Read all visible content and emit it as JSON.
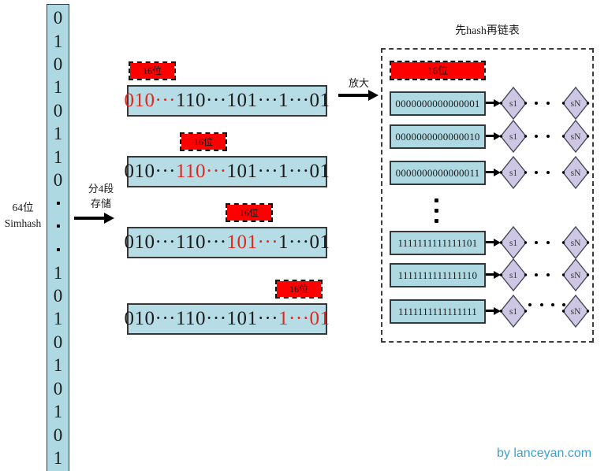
{
  "diagram": {
    "left_column": {
      "label_lines": [
        "64位",
        "Simhash"
      ],
      "bits": [
        "0",
        "1",
        "0",
        "1",
        "0",
        "1",
        "1",
        "0",
        ".",
        ".",
        ".",
        "1",
        "0",
        "1",
        "0",
        "1",
        "0",
        "1",
        "0",
        "1"
      ]
    },
    "split_arrow_label_lines": [
      "分4段",
      "存储"
    ],
    "zoom_arrow_label": "放大",
    "bit_width_label": "16位",
    "segments": {
      "parts": [
        "010···",
        "110···",
        "101···",
        "1···01"
      ],
      "highlights": [
        0,
        1,
        2,
        3
      ]
    },
    "hash_panel": {
      "title": "先hash再链表",
      "width_label": "16位",
      "rows": [
        "0000000000000001",
        "0000000000000010",
        "0000000000000011",
        "1111111111111101",
        "1111111111111110",
        "1111111111111111"
      ],
      "ellipsis_after_row": 2,
      "chain_first": "s1",
      "chain_last": "sN"
    },
    "footer": "by lanceyan.com",
    "colors": {
      "box_blue": "#aed9e3",
      "tag_red": "#fe0000",
      "highlight_red_text": "#e2261b",
      "diamond_fill": "#cdc7e4",
      "footer_blue": "#3da0d2"
    }
  }
}
